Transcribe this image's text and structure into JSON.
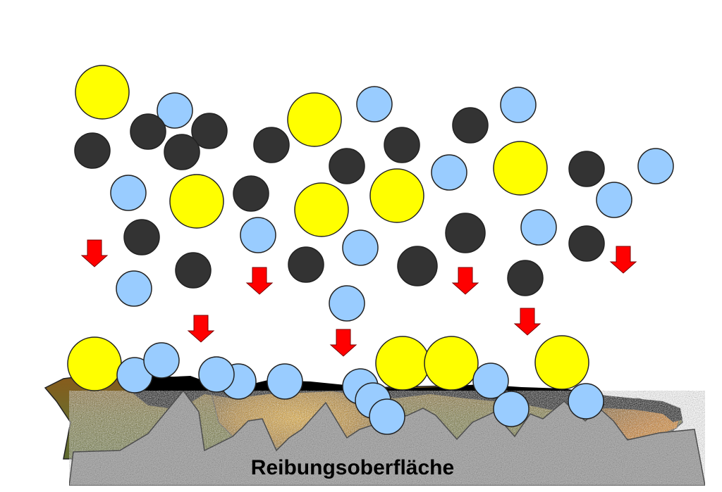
{
  "diagram": {
    "surface_label": "Reibungsoberfläche",
    "legend": [],
    "colors": {
      "yellow_particle": "#ffff00",
      "blue_particle": "#99ccff",
      "dark_particle": "#333333",
      "arrow": "#ff0000",
      "surface": "#a8a8a8",
      "film_dark": "#000000",
      "film_olive": "#6e6a2a",
      "film_brown": "#a8641a"
    },
    "icons": [
      "down-arrow-icon",
      "particle-yellow",
      "particle-blue",
      "particle-dark"
    ]
  }
}
